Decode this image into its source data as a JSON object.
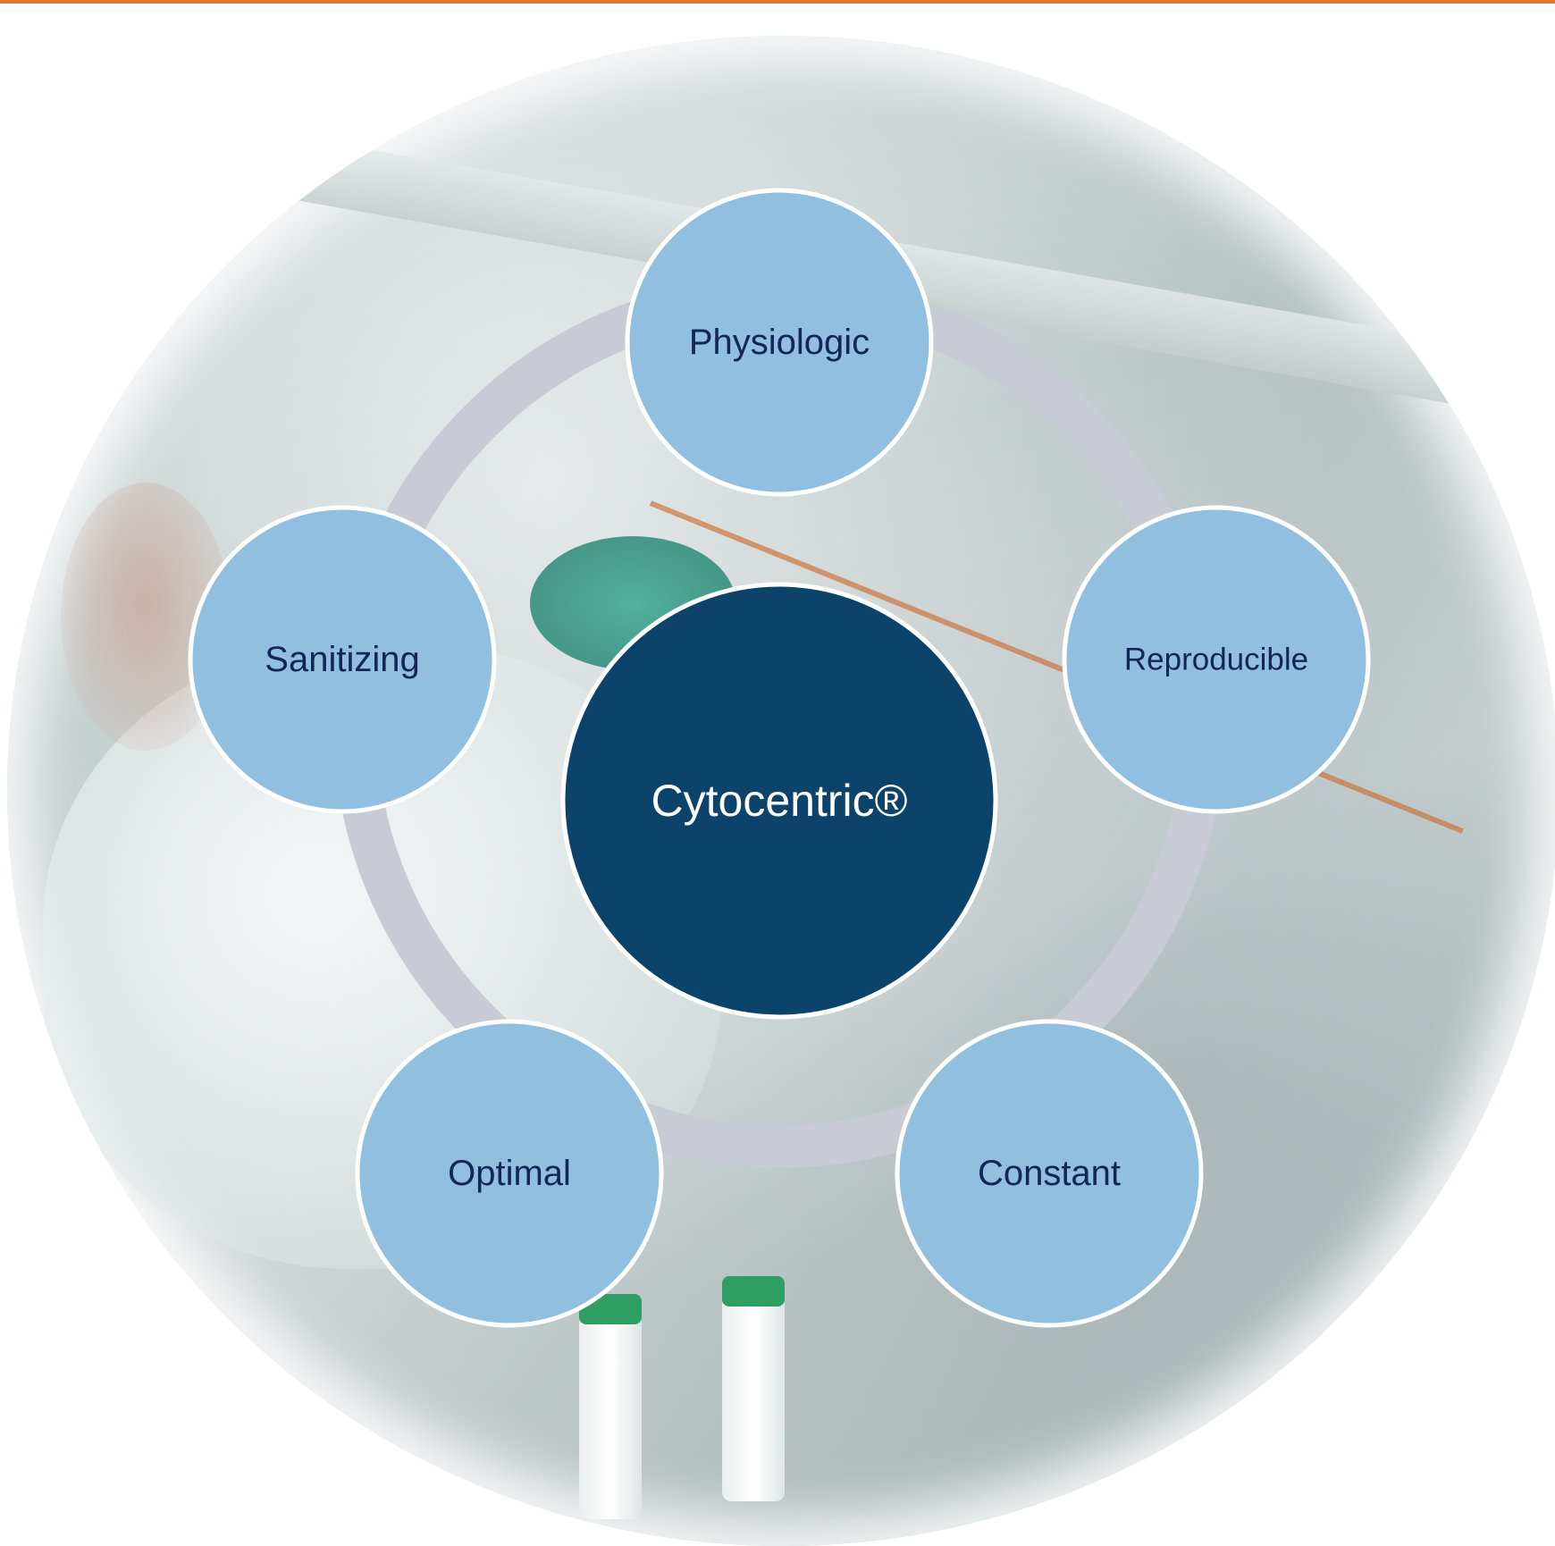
{
  "diagram": {
    "center": {
      "label": "Cytocentric®"
    },
    "nodes": [
      {
        "id": "physiologic",
        "label": "Physiologic"
      },
      {
        "id": "reproducible",
        "label": "Reproducible"
      },
      {
        "id": "constant",
        "label": "Constant"
      },
      {
        "id": "optimal",
        "label": "Optimal"
      },
      {
        "id": "sanitizing",
        "label": "Sanitizing"
      }
    ]
  },
  "colors": {
    "accent_rule": "#e07a2e",
    "center_fill": "#0c436b",
    "center_text": "#ffffff",
    "node_fill": "#90bfe0",
    "node_text": "#12265a",
    "ring": "#c8cad4",
    "node_stroke": "#ffffff"
  }
}
